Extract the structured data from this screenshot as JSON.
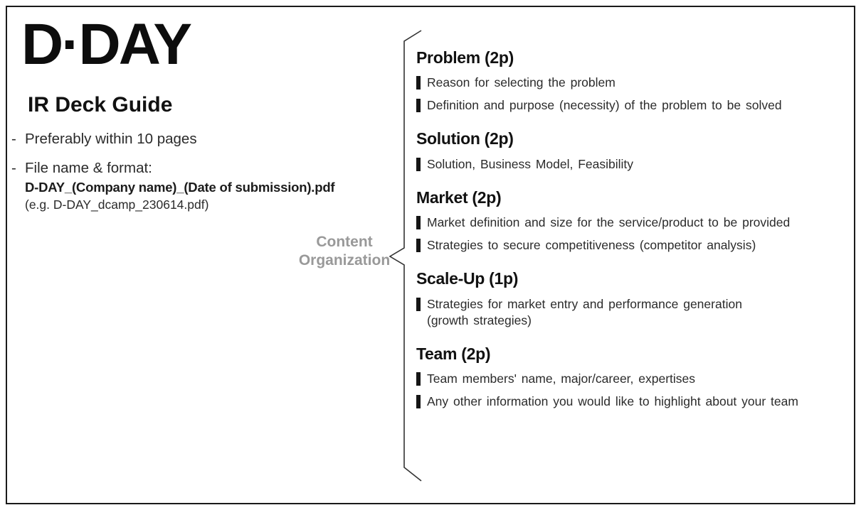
{
  "page": {
    "logo": "D·DAY",
    "subtitle": "IR Deck Guide"
  },
  "notes": [
    {
      "dash": "-",
      "text": "Preferably within 10 pages"
    },
    {
      "dash": "-",
      "text": "File name & format:",
      "filename_bold": "D-DAY_(Company name)_(Date of submission).pdf",
      "example": "(e.g. D-DAY_dcamp_230614.pdf)"
    }
  ],
  "content_organization": {
    "label": "Content\nOrganization"
  },
  "sections": [
    {
      "title": "Problem (2p)",
      "bullets": [
        "Reason for selecting the problem",
        "Definition and purpose (necessity) of the problem to be solved"
      ]
    },
    {
      "title": "Solution (2p)",
      "bullets": [
        "Solution, Business Model, Feasibility"
      ]
    },
    {
      "title": "Market (2p)",
      "bullets": [
        "Market definition and size for the service/product to be provided",
        "Strategies to secure competitiveness (competitor analysis)"
      ]
    },
    {
      "title": "Scale-Up (1p)",
      "bullets": [
        "Strategies for market entry and performance generation\n(growth strategies)"
      ]
    },
    {
      "title": "Team (2p)",
      "bullets": [
        "Team members' name, major/career, expertises",
        "Any other information you would like to highlight about your team"
      ]
    }
  ],
  "colors": {
    "text": "#2b2b2b",
    "heading": "#111111",
    "label_gray": "#999999",
    "brace": "#333333",
    "border": "#1a1a1a"
  }
}
